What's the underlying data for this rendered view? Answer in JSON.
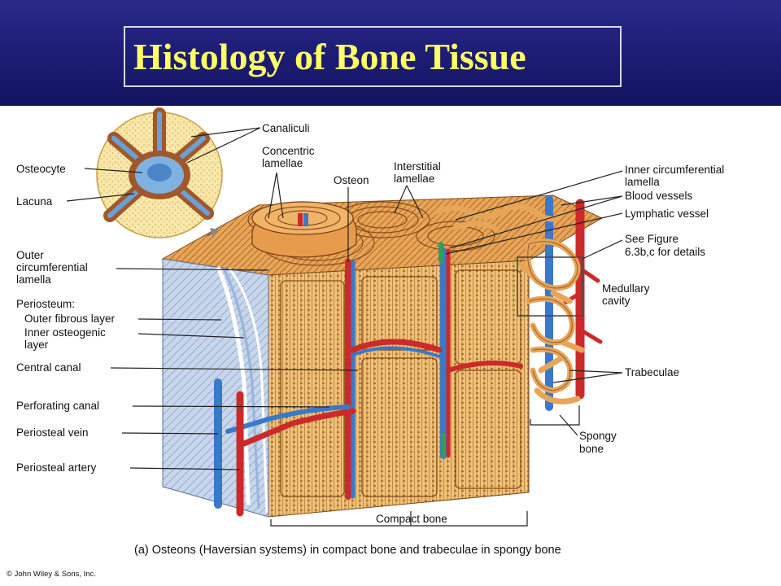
{
  "title": "Histology of Bone Tissue",
  "labels": {
    "canaliculi": "Canaliculi",
    "concentric_lamellae": [
      "Concentric",
      "lamellae"
    ],
    "osteocyte": "Osteocyte",
    "lacuna": "Lacuna",
    "osteon": "Osteon",
    "interstitial_lamellae": [
      "Interstitial",
      "lamellae"
    ],
    "inner_circumferential_lamella": [
      "Inner circumferential",
      "lamella"
    ],
    "blood_vessels": "Blood vessels",
    "lymphatic_vessel": "Lymphatic vessel",
    "see_figure": [
      "See Figure",
      "6.3b,c for details"
    ],
    "outer_circumferential_lamella": [
      "Outer",
      "circumferential",
      "lamella"
    ],
    "periosteum": "Periosteum:",
    "outer_fibrous_layer": "Outer fibrous layer",
    "inner_osteogenic_layer": [
      "Inner osteogenic",
      "layer"
    ],
    "medullary_cavity": [
      "Medullary",
      "cavity"
    ],
    "central_canal": "Central canal",
    "trabeculae": "Trabeculae",
    "perforating_canal": "Perforating canal",
    "periosteal_vein": "Periosteal vein",
    "periosteal_artery": "Periosteal artery",
    "spongy_bone": [
      "Spongy",
      "bone"
    ],
    "compact_bone": "Compact bone"
  },
  "caption": "(a) Osteons (Haversian systems) in compact bone and trabeculae in spongy bone",
  "copyright": "© John Wiley & Sons, Inc.",
  "colors": {
    "header_blue": "#1c1c74",
    "title_yellow": "#ffff66",
    "bone_orange": "#e0a055",
    "bone_light": "#f0c878",
    "lamella_brown": "#8a4a1a",
    "vein_blue": "#3a78c8",
    "artery_red": "#cc2a2a",
    "periosteum_blue": "#b8cce6"
  }
}
